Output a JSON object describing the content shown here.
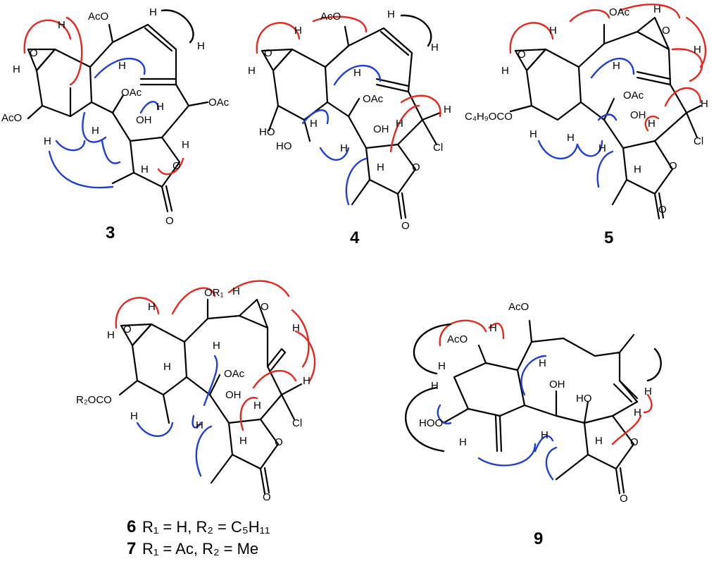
{
  "compounds": [
    {
      "number": "3"
    },
    {
      "number": "4"
    },
    {
      "number": "5"
    },
    {
      "number": "9"
    }
  ],
  "caption_6": {
    "number": "6",
    "rest": "R₁ = H, R₂ = C₅H₁₁"
  },
  "caption_7": {
    "number": "7",
    "rest": "R₁ = Ac, R₂ = Me"
  },
  "labels": {
    "oac": "OAc",
    "aco": "AcO",
    "oh": "OH",
    "ho": "HO",
    "hoo": "HOO",
    "h": "H",
    "o": "O",
    "cl": "Cl",
    "c4": "C₄H₉OCO",
    "or1": "OR₁",
    "r2": "R₂OCO"
  },
  "colors": {
    "red": "#e8261c",
    "blue": "#1f3fd6",
    "black": "#000000"
  }
}
